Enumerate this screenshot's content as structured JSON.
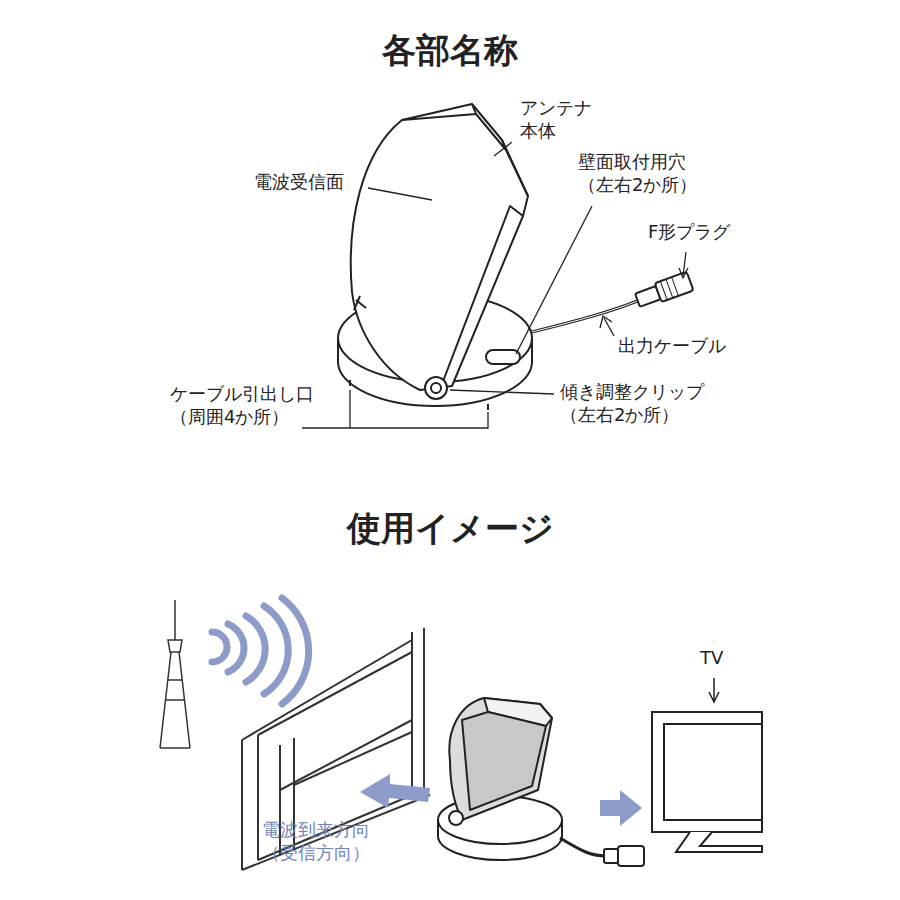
{
  "diagram": {
    "title": "各部名称",
    "labels": [
      "アンテナ 本体",
      "電波受信面",
      "壁面取付用穴 （左右2か所）",
      "F形プラグ",
      "出力ケーブル",
      "傾き調整クリップ （左右2か所）",
      "ケーブル引出し口 （周囲4か所）",
      "使用イメージ",
      "TV",
      "電波到来方向 （受信方向）"
    ]
  }
}
